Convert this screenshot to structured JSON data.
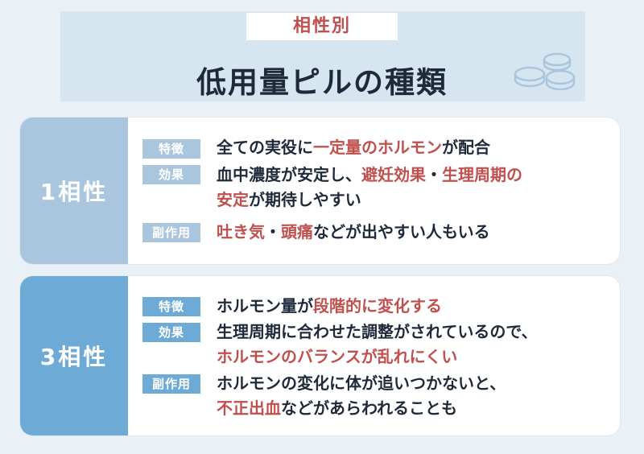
{
  "header": {
    "subtitle": "相性別",
    "title": "低用量ピルの種類"
  },
  "cards": [
    {
      "label": "1相性",
      "rows": [
        {
          "tag": "特徴",
          "lines": [
            [
              {
                "t": "全ての実役に"
              },
              {
                "t": "一定量のホルモン",
                "hl": true
              },
              {
                "t": "が配合"
              }
            ]
          ]
        },
        {
          "tag": "効果",
          "lines": [
            [
              {
                "t": "血中濃度が安定し、"
              },
              {
                "t": "避妊効果",
                "hl": true
              },
              {
                "t": "・"
              },
              {
                "t": "生理周期の",
                "hl": true
              }
            ],
            [
              {
                "t": "安定",
                "hl": true
              },
              {
                "t": "が期待しやすい"
              }
            ]
          ]
        },
        {
          "tag": "副作用",
          "lines": [
            [
              {
                "t": "吐き気",
                "hl": true
              },
              {
                "t": "・"
              },
              {
                "t": "頭痛",
                "hl": true
              },
              {
                "t": "などが出やすい人もいる"
              }
            ]
          ]
        }
      ]
    },
    {
      "label": "3相性",
      "rows": [
        {
          "tag": "特徴",
          "lines": [
            [
              {
                "t": "ホルモン量が"
              },
              {
                "t": "段階的に変化する",
                "hl": true
              }
            ]
          ]
        },
        {
          "tag": "効果",
          "lines": [
            [
              {
                "t": "生理周期に合わせた調整がされているので、"
              }
            ],
            [
              {
                "t": "ホルモンのバランスが乱れにくい",
                "hl": true
              }
            ]
          ]
        },
        {
          "tag": "副作用",
          "lines": [
            [
              {
                "t": "ホルモンの変化に体が追いつかないと、"
              }
            ],
            [
              {
                "t": "不正出血",
                "hl": true
              },
              {
                "t": "などがあらわれることも"
              }
            ]
          ]
        }
      ]
    }
  ],
  "colors": {
    "background": "#eaf1f6",
    "header_bg": "#d6e6f1",
    "accent_red": "#c0504d",
    "card1_side": "#a9c6de",
    "card2_side": "#6eaad6",
    "text_dark": "#1e2a3a"
  },
  "icons": {
    "header_decoration": "pills-icon"
  }
}
